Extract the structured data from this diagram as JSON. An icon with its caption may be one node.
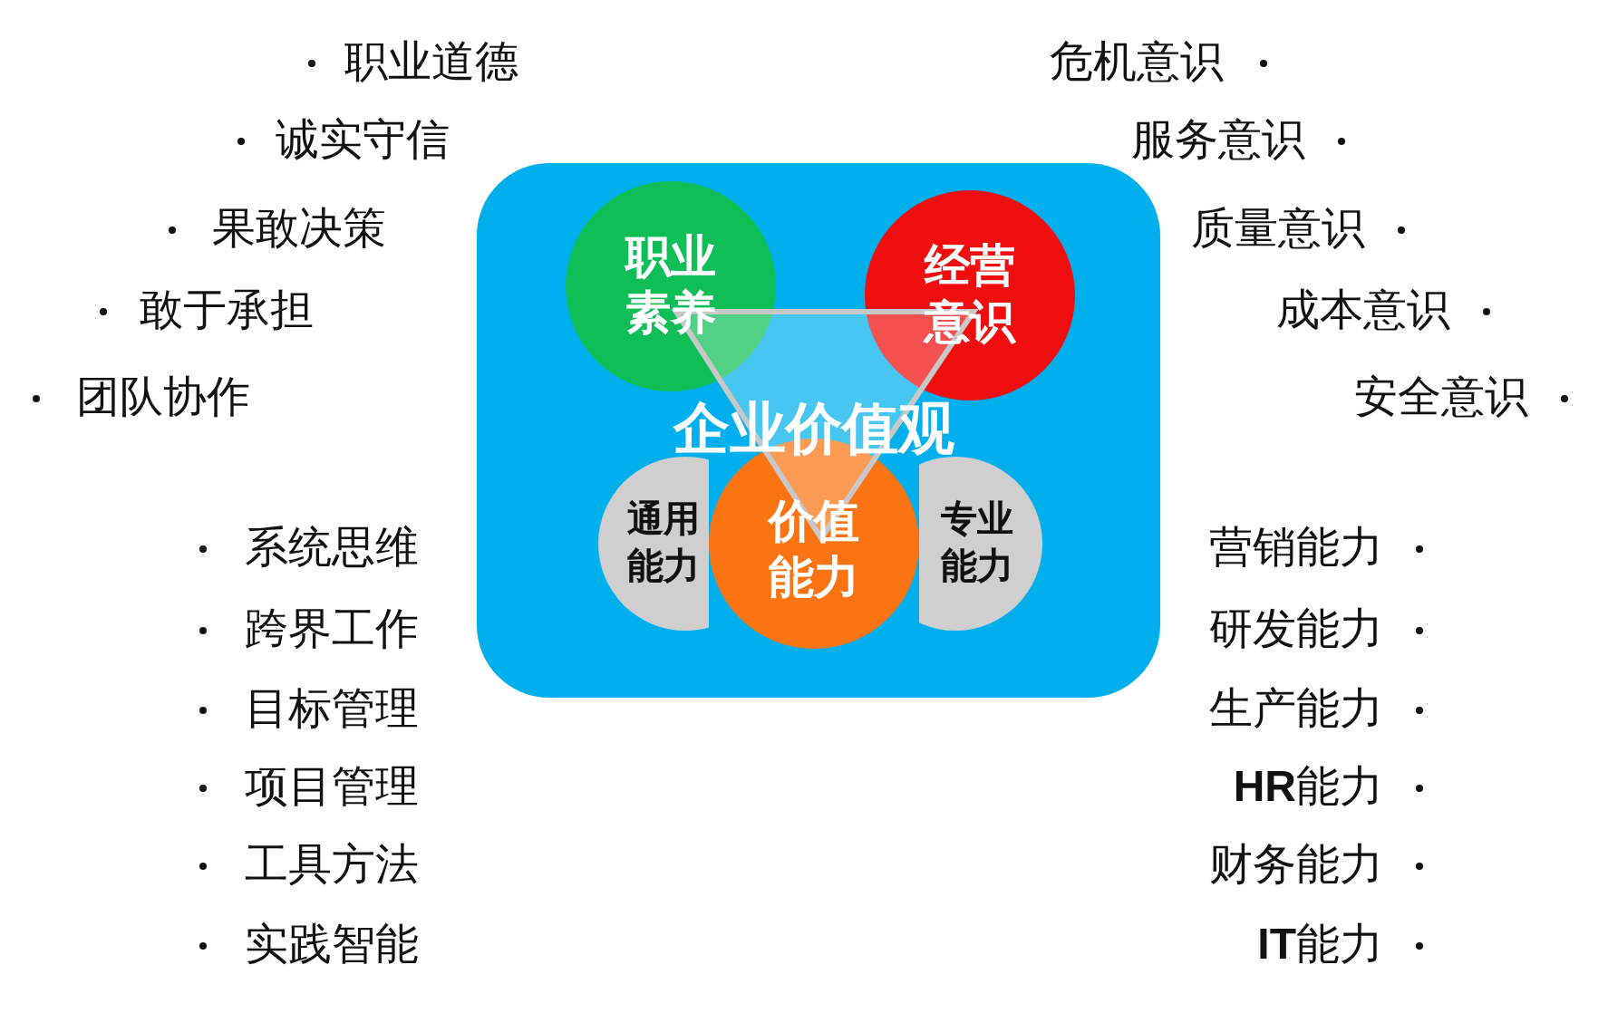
{
  "diagram": {
    "nodes": [
      {
        "text": [
          "企业价值观"
        ]
      },
      {
        "text": [
          "职业素养"
        ],
        "in": 0
      },
      {
        "text": [
          "经营意识"
        ],
        "in": 0
      },
      {
        "text": [
          "通用能力"
        ],
        "in": 0
      },
      {
        "text": [
          "专业能力"
        ],
        "in": 0
      },
      {
        "text": [
          "价值能力"
        ],
        "in": 0
      }
    ],
    "labels": [
      "职业道德",
      "诚实守信",
      "果敢决策",
      "敢于承担",
      "团队协作",
      "危机意识",
      "服务意识",
      "质量意识",
      "成本意识",
      "安全意识",
      "系统思维",
      "跨界工作",
      "目标管理",
      "项目管理",
      "工具方法",
      "实践智能",
      "营销能力",
      "研发能力",
      "生产能力",
      "**HR**能力",
      "财务能力",
      "**IT**能力"
    ]
  }
}
